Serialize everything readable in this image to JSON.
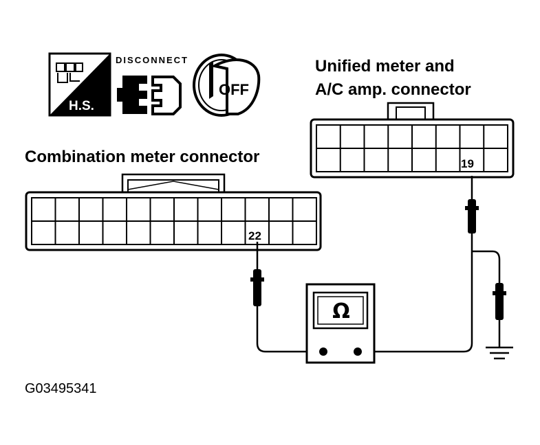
{
  "icons": {
    "hs_label": "H.S.",
    "disconnect_label": "DISCONNECT",
    "key_off_label": "OFF"
  },
  "labels": {
    "unified_line1": "Unified meter and",
    "unified_line2": "A/C amp. connector",
    "combination": "Combination meter connector",
    "figure_id": "G03495341"
  },
  "pins": {
    "unified_pin": "19",
    "combination_pin": "22"
  },
  "meter": {
    "symbol": "Ω"
  }
}
